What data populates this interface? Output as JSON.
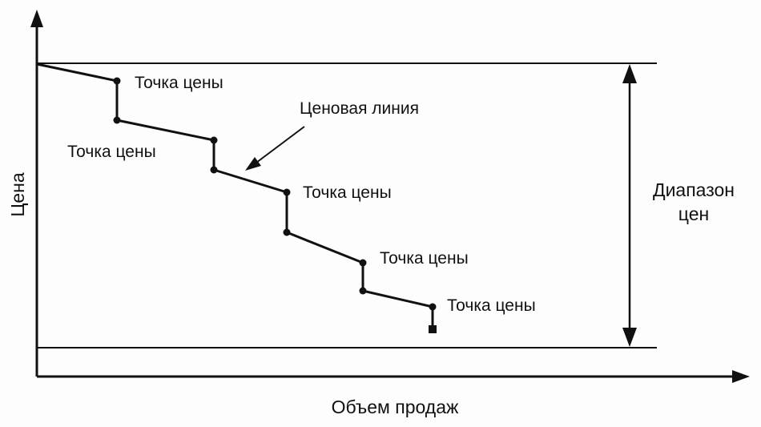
{
  "diagram": {
    "y_axis_label": "Цена",
    "x_axis_label": "Объем продаж",
    "price_line_label": "Ценовая линия",
    "price_range_label_line1": "Диапазон",
    "price_range_label_line2": "цен",
    "price_point_label": "Точка цены",
    "price_points": [
      {
        "label": "Точка цены"
      },
      {
        "label": "Точка цены"
      },
      {
        "label": "Точка цены"
      },
      {
        "label": "Точка цены"
      },
      {
        "label": "Точка цены"
      }
    ],
    "colors": {
      "ink": "#111111",
      "background": "#fdfdfd"
    }
  }
}
